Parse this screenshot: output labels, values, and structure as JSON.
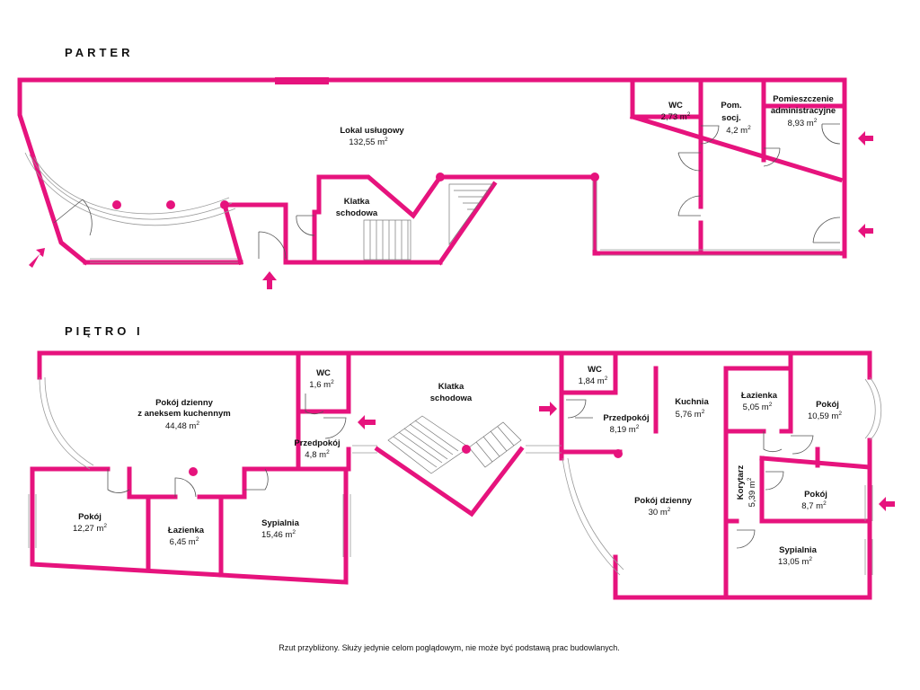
{
  "floors": {
    "ground": {
      "title": "PARTER",
      "rooms": [
        {
          "name": "Lokal usługowy",
          "area": "132,55 m",
          "sup": "2"
        },
        {
          "name": "WC",
          "area": "2,73 m",
          "sup": "2"
        },
        {
          "name": "Pom.",
          "name2": "socj.",
          "area": "4,2 m",
          "sup": "2"
        },
        {
          "name": "Pomieszczenie",
          "name2": "administracyjne",
          "area": "8,93 m",
          "sup": "2"
        },
        {
          "name": "Klatka",
          "name2": "schodowa"
        }
      ]
    },
    "first": {
      "title": "PIĘTRO  I",
      "rooms": [
        {
          "name": "Pokój dzienny",
          "name2": "z aneksem kuchennym",
          "area": "44,48 m",
          "sup": "2"
        },
        {
          "name": "WC",
          "area": "1,6 m",
          "sup": "2"
        },
        {
          "name": "Przedpokój",
          "area": "4,8 m",
          "sup": "2"
        },
        {
          "name": "Pokój",
          "area": "12,27 m",
          "sup": "2"
        },
        {
          "name": "Łazienka",
          "area": "6,45 m",
          "sup": "2"
        },
        {
          "name": "Sypialnia",
          "area": "15,46 m",
          "sup": "2"
        },
        {
          "name": "Klatka",
          "name2": "schodowa"
        },
        {
          "name": "WC",
          "area": "1,84 m",
          "sup": "2"
        },
        {
          "name": "Przedpokój",
          "area": "8,19 m",
          "sup": "2"
        },
        {
          "name": "Kuchnia",
          "area": "5,76 m",
          "sup": "2"
        },
        {
          "name": "Łazienka",
          "area": "5,05 m",
          "sup": "2"
        },
        {
          "name": "Pokój",
          "area": "10,59 m",
          "sup": "2"
        },
        {
          "name": "Pokój dzienny",
          "area": "30 m",
          "sup": "2"
        },
        {
          "name": "Korytarz",
          "area": "5,39 m",
          "sup": "2"
        },
        {
          "name": "Pokój",
          "area": "8,7 m",
          "sup": "2"
        },
        {
          "name": "Sypialnia",
          "area": "13,05 m",
          "sup": "2"
        }
      ]
    }
  },
  "footnote": "Rzut przybliżony. Służy jedynie celom poglądowym, nie może być podstawą prac budowlanych.",
  "colors": {
    "wall": "#e6137d",
    "text": "#111111"
  }
}
